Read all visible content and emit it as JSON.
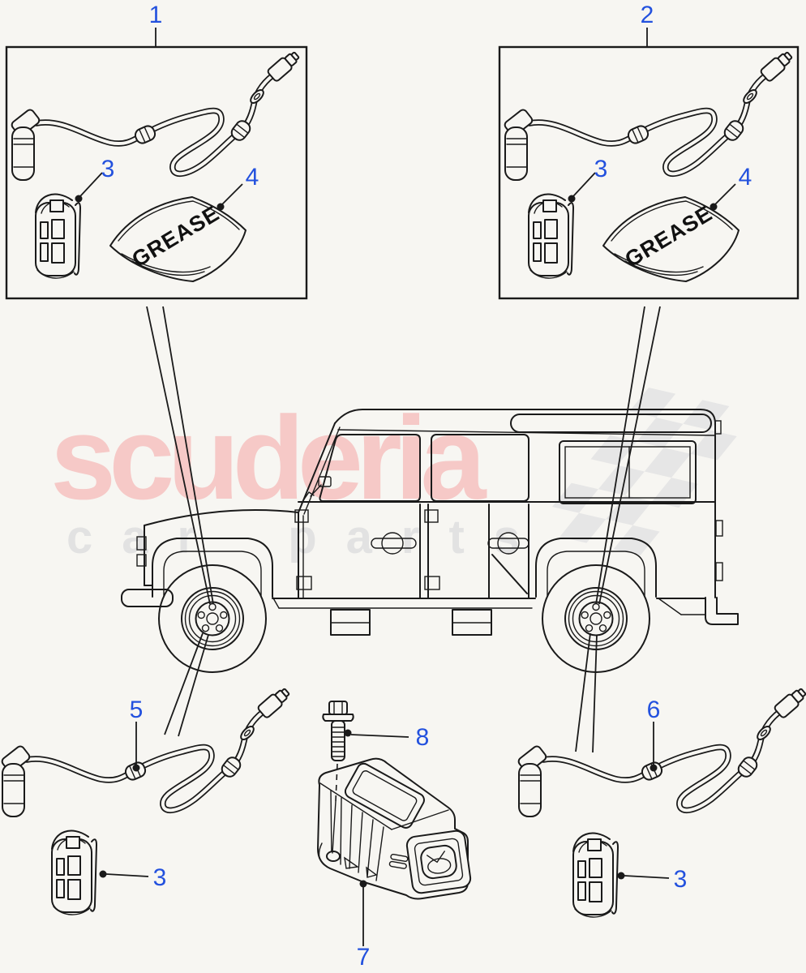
{
  "diagram": {
    "callouts": {
      "kit_front": "1",
      "kit_rear": "2",
      "clip": "3",
      "grease_sachet": "4",
      "front_sensor": "5",
      "rear_sensor": "6",
      "control_module": "7",
      "bolt": "8"
    },
    "grease_label": "GREASE",
    "watermark": {
      "primary": "scuderia",
      "secondary": "car parts"
    },
    "colors": {
      "callout_blue": "#2351de",
      "line": "#1a1a1a",
      "watermark_pink": "#f6c9c7",
      "watermark_grey": "#e2e2e2",
      "checker_grey": "#e6e6e6",
      "background": "#f7f6f2"
    }
  }
}
